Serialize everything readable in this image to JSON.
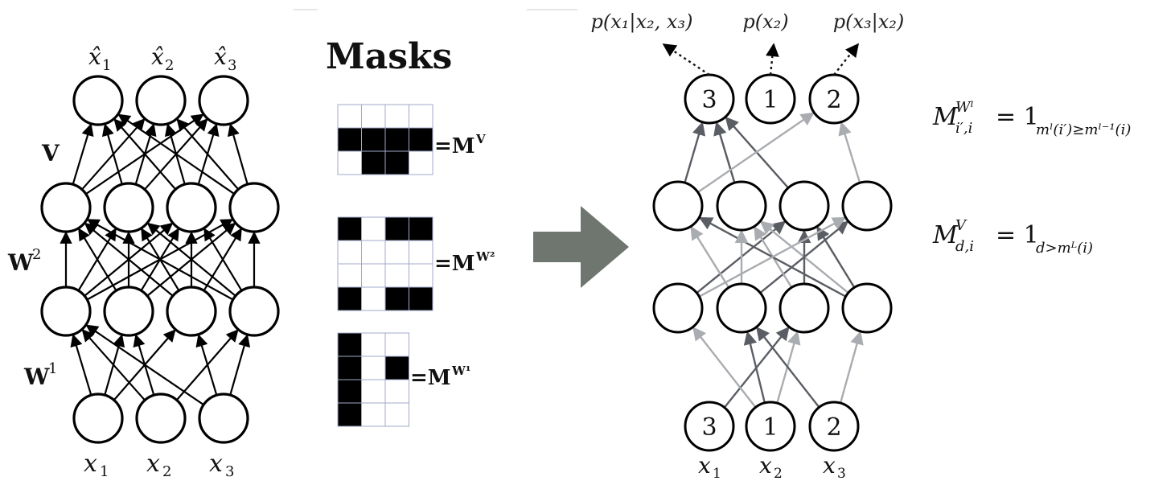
{
  "title": "Masks",
  "left_network": {
    "output_labels": [
      "x̂",
      "x̂",
      "x̂"
    ],
    "output_subscripts": [
      "1",
      "2",
      "3"
    ],
    "input_labels": [
      "x",
      "x",
      "x"
    ],
    "input_subscripts": [
      "1",
      "2",
      "3"
    ],
    "weight_labels": [
      {
        "base": "V",
        "sup": ""
      },
      {
        "base": "W",
        "sup": "2"
      },
      {
        "base": "W",
        "sup": "1"
      }
    ],
    "edges": [
      {
        "from_layer": 0,
        "to_layer": 1,
        "pairs": [
          [
            0,
            0
          ],
          [
            0,
            1
          ],
          [
            0,
            2
          ],
          [
            1,
            0
          ],
          [
            1,
            1
          ],
          [
            1,
            3
          ],
          [
            2,
            0
          ],
          [
            2,
            2
          ],
          [
            2,
            3
          ]
        ]
      },
      {
        "from_layer": 1,
        "to_layer": 2,
        "pairs": [
          [
            0,
            0
          ],
          [
            0,
            1
          ],
          [
            0,
            2
          ],
          [
            0,
            3
          ],
          [
            1,
            0
          ],
          [
            1,
            1
          ],
          [
            1,
            2
          ],
          [
            1,
            3
          ],
          [
            2,
            0
          ],
          [
            2,
            1
          ],
          [
            2,
            2
          ],
          [
            2,
            3
          ],
          [
            3,
            0
          ],
          [
            3,
            1
          ],
          [
            3,
            2
          ],
          [
            3,
            3
          ]
        ]
      },
      {
        "from_layer": 2,
        "to_layer": 3,
        "pairs": [
          [
            0,
            0
          ],
          [
            0,
            1
          ],
          [
            0,
            2
          ],
          [
            1,
            0
          ],
          [
            1,
            1
          ],
          [
            1,
            2
          ],
          [
            2,
            0
          ],
          [
            2,
            1
          ],
          [
            2,
            2
          ],
          [
            3,
            0
          ],
          [
            3,
            1
          ],
          [
            3,
            2
          ]
        ]
      }
    ]
  },
  "masks": [
    {
      "label": "=M",
      "sup": "V",
      "rows": [
        [
          0,
          0,
          0,
          0
        ],
        [
          1,
          1,
          1,
          1
        ],
        [
          0,
          1,
          1,
          0
        ]
      ]
    },
    {
      "label": "=M",
      "sup": "W²",
      "rows": [
        [
          1,
          0,
          1,
          1
        ],
        [
          0,
          0,
          0,
          0
        ],
        [
          0,
          0,
          0,
          0
        ],
        [
          1,
          0,
          1,
          1
        ]
      ]
    },
    {
      "label": "=M",
      "sup": "W¹",
      "rows": [
        [
          1,
          0,
          0
        ],
        [
          1,
          0,
          1
        ],
        [
          1,
          0,
          0
        ],
        [
          1,
          0,
          0
        ]
      ]
    }
  ],
  "right_network": {
    "output_numbers": [
      "3",
      "1",
      "2"
    ],
    "input_numbers": [
      "3",
      "1",
      "2"
    ],
    "input_labels": [
      "x",
      "x",
      "x"
    ],
    "input_subscripts": [
      "1",
      "2",
      "3"
    ],
    "distribution_labels": [
      "p(x₁|x₂, x₃)",
      "p(x₂)",
      "p(x₃|x₂)"
    ],
    "edges": [
      {
        "from_layer": 0,
        "to_layer": 1,
        "pairs": [
          [
            0,
            2
          ],
          [
            1,
            0
          ],
          [
            1,
            1
          ],
          [
            1,
            2
          ],
          [
            2,
            1
          ],
          [
            2,
            3
          ]
        ]
      },
      {
        "from_layer": 1,
        "to_layer": 2,
        "pairs": [
          [
            0,
            2
          ],
          [
            1,
            0
          ],
          [
            1,
            3
          ],
          [
            2,
            1
          ],
          [
            3,
            0
          ],
          [
            3,
            1
          ],
          [
            3,
            2
          ],
          [
            1,
            1
          ],
          [
            2,
            2
          ],
          [
            0,
            3
          ]
        ]
      },
      {
        "from_layer": 2,
        "to_layer": 3,
        "pairs": [
          [
            0,
            0
          ],
          [
            1,
            0
          ],
          [
            2,
            0
          ],
          [
            3,
            2
          ],
          [
            1,
            0
          ],
          [
            0,
            2
          ]
        ]
      }
    ]
  },
  "equations": [
    {
      "lhs": "M",
      "lhs_sup": "Wˡ",
      "lhs_sub": "i′,i",
      "rhs": "= 1",
      "rhs_sub": "mˡ(i′)≥mˡ⁻¹(i)"
    },
    {
      "lhs": "M",
      "lhs_sup": "V",
      "lhs_sub": "d,i",
      "rhs": "= 1",
      "rhs_sub": "d>mᴸ(i)"
    }
  ],
  "colors": {
    "arrow_big": "#6f7670",
    "edge_dark": "#5a5d63",
    "edge_light": "#a9acb0",
    "mask_fill": "#000000",
    "mask_grid": "#a0a9c8"
  }
}
